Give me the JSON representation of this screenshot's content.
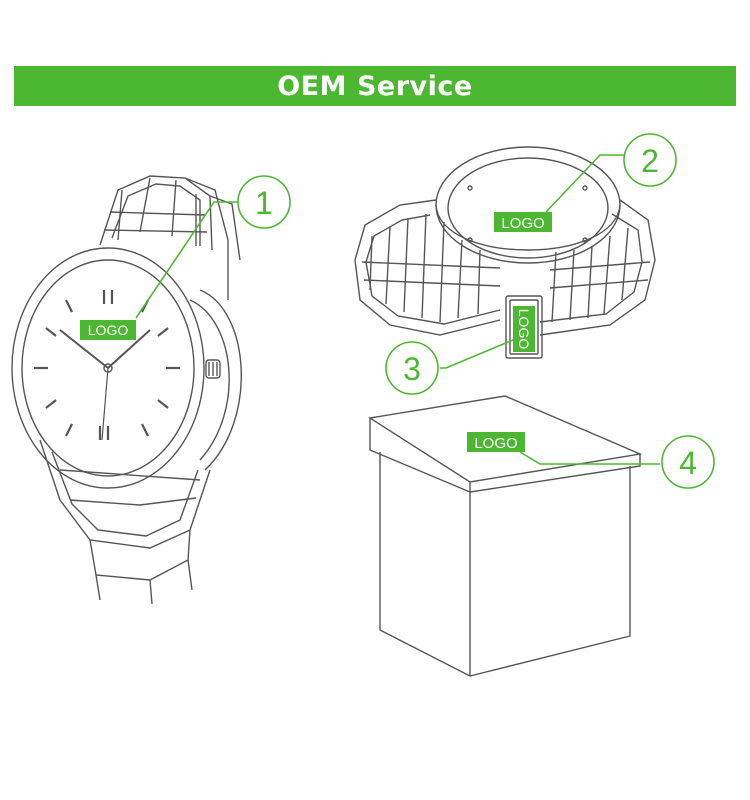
{
  "header": {
    "title": "OEM Service"
  },
  "logo_text": "LOGO",
  "markers": [
    "1",
    "2",
    "3",
    "4"
  ],
  "colors": {
    "accent": "#4cb832",
    "sketch": "#555555",
    "background": "#ffffff"
  }
}
